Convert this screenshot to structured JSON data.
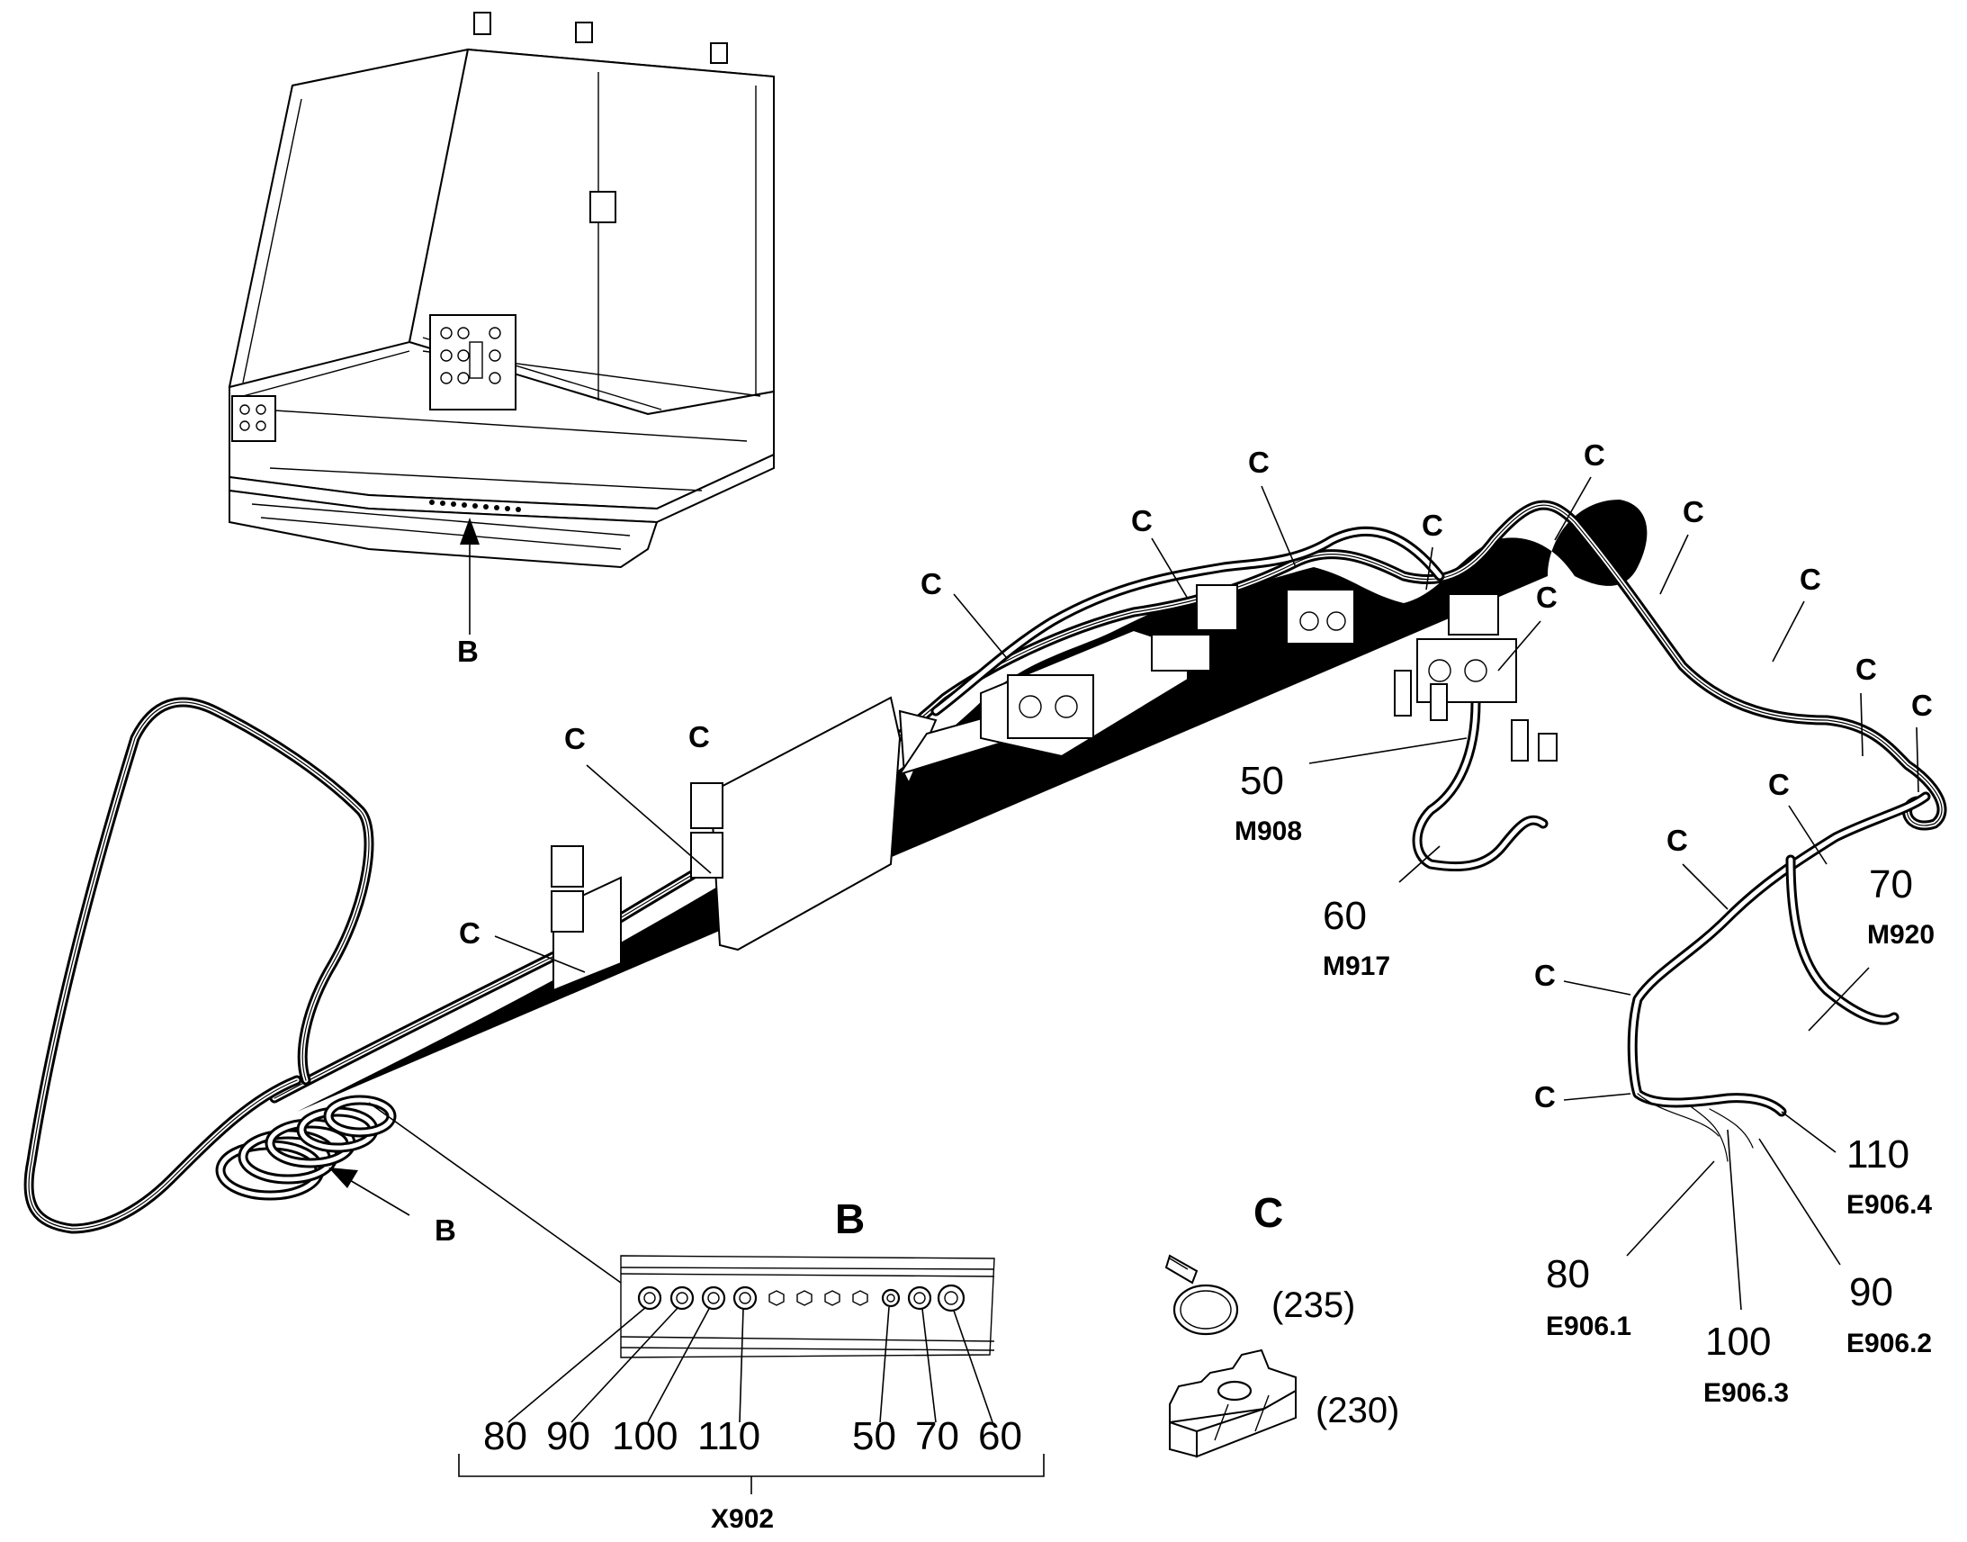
{
  "detail_b": {
    "title": "B",
    "pos_numbers": [
      "80",
      "90",
      "100",
      "110",
      "50",
      "70",
      "60"
    ],
    "connector": "X902"
  },
  "view_arrows": {
    "top": "B",
    "bottom": "B"
  },
  "legend_c": {
    "title": "C",
    "items": [
      {
        "icon": "cable-tie-icon",
        "ref": "(235)"
      },
      {
        "icon": "tube-clamp-icon",
        "ref": "(230)"
      }
    ]
  },
  "clamp_label": "C",
  "callouts": [
    {
      "num": "50",
      "code": "M908"
    },
    {
      "num": "60",
      "code": "M917"
    },
    {
      "num": "70",
      "code": "M920"
    },
    {
      "num": "110",
      "code": "E906.4"
    },
    {
      "num": "80",
      "code": "E906.1"
    },
    {
      "num": "100",
      "code": "E906.3"
    },
    {
      "num": "90",
      "code": "E906.2"
    }
  ]
}
